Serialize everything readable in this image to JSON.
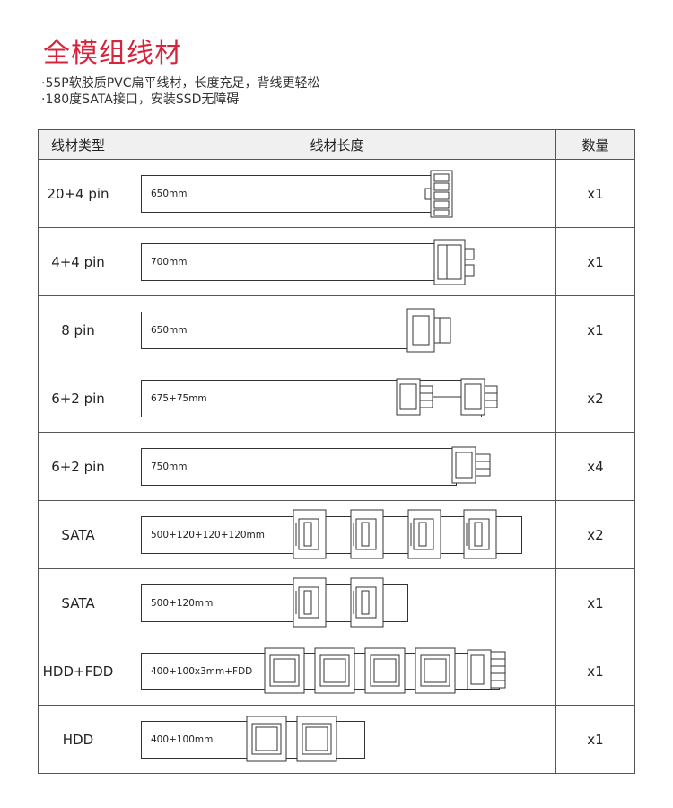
{
  "title": "全模组线材",
  "subtitles": [
    "·55P软胶质PVC扁平线材，长度充足，背线更轻松",
    "·180度SATA接口，安装SSD无障碍"
  ],
  "table": {
    "headers": {
      "type": "线材类型",
      "length": "线材长度",
      "qty": "数量"
    },
    "rows": [
      {
        "type": "20+4 pin",
        "length": "650mm",
        "qty": "x1",
        "connector": "atx-24pin-icon"
      },
      {
        "type": "4+4 pin",
        "length": "700mm",
        "qty": "x1",
        "connector": "eps-4plus4-icon"
      },
      {
        "type": "8 pin",
        "length": "650mm",
        "qty": "x1",
        "connector": "pcie-8pin-icon"
      },
      {
        "type": "6+2 pin",
        "length": "675+75mm",
        "qty": "x2",
        "connector": "pcie-6plus2-double-icon"
      },
      {
        "type": "6+2 pin",
        "length": "750mm",
        "qty": "x4",
        "connector": "pcie-6plus2-icon"
      },
      {
        "type": "SATA",
        "length": "500+120+120+120mm",
        "qty": "x2",
        "connector": "sata-4x-icon"
      },
      {
        "type": "SATA",
        "length": "500+120mm",
        "qty": "x1",
        "connector": "sata-2x-icon"
      },
      {
        "type": "HDD+FDD",
        "length": "400+100x3mm+FDD",
        "qty": "x1",
        "connector": "molex-4x-fdd-icon"
      },
      {
        "type": "HDD",
        "length": "400+100mm",
        "qty": "x1",
        "connector": "molex-2x-icon"
      }
    ]
  }
}
